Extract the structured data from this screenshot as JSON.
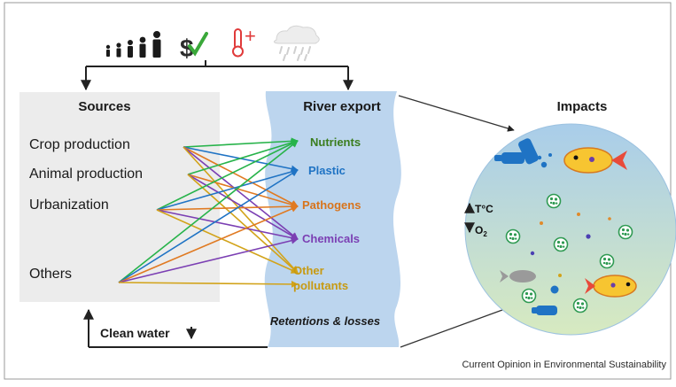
{
  "drivers": {
    "icons": [
      "population-growth-icon",
      "income-growth-icon",
      "temperature-rise-icon",
      "rainfall-icon"
    ],
    "plus_sign": "+"
  },
  "sources": {
    "title": "Sources",
    "items": [
      "Crop production",
      "Animal production",
      "Urbanization",
      "Others"
    ]
  },
  "river": {
    "title": "River export",
    "outputs": [
      {
        "label": "Nutrients",
        "color": "#3a7d1e"
      },
      {
        "label": "Plastic",
        "color": "#1f73c4"
      },
      {
        "label": "Pathogens",
        "color": "#d8741c"
      },
      {
        "label": "Chemicals",
        "color": "#7b3fb3"
      },
      {
        "label": "Other\npollutants",
        "color": "#c79a12"
      }
    ],
    "retention_label": "Retentions & losses"
  },
  "impacts": {
    "title": "Impacts",
    "temperature": "T°C",
    "oxygen": "O",
    "oxygen_subscript": "2"
  },
  "clean_water": "Clean water",
  "source_credit": "Current Opinion in Environmental Sustainability",
  "colors": {
    "sources_panel": "#ececec",
    "river": "#bcd5ee",
    "circle_top": "#a9cdea",
    "circle_bottom": "#d7eac0"
  }
}
